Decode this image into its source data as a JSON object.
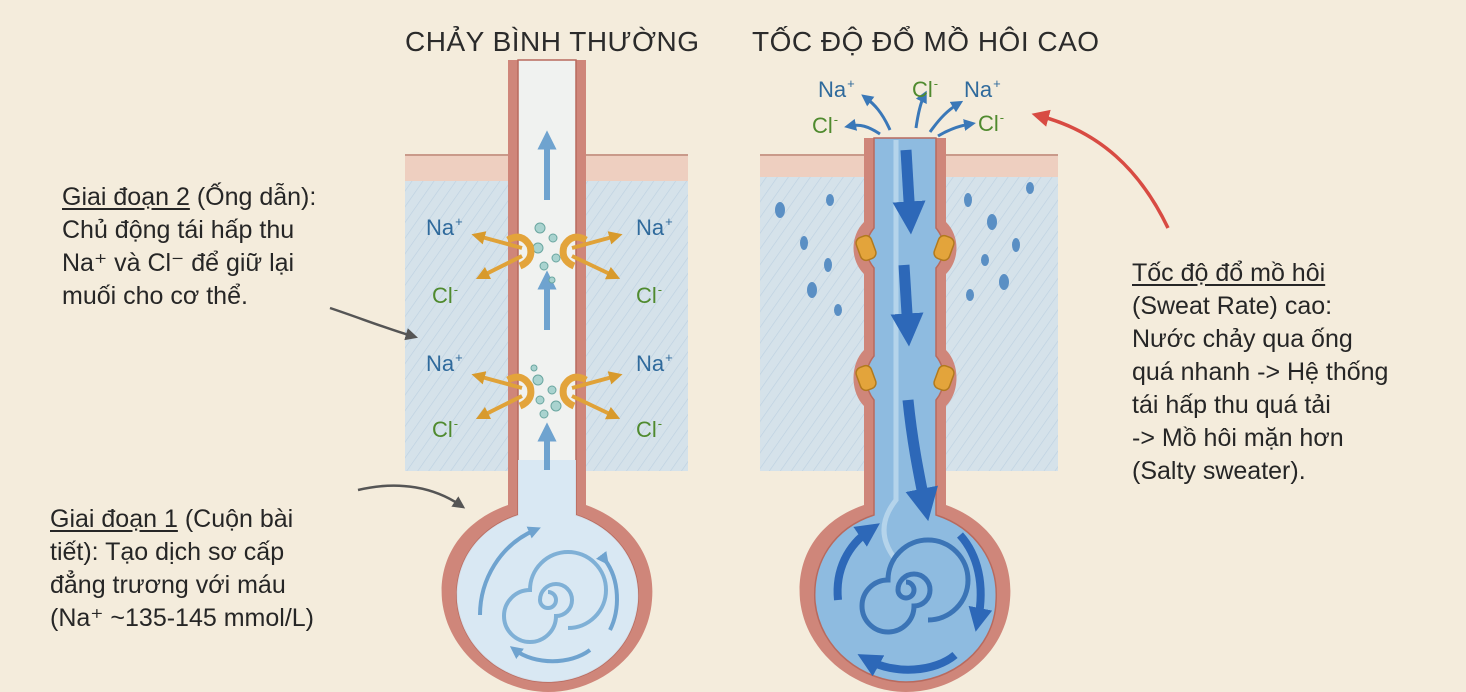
{
  "titles": {
    "normal": "CHẢY BÌNH THƯỜNG",
    "high": "TỐC ĐỘ ĐỔ MỒ HÔI CAO"
  },
  "stage2": {
    "heading": "Giai đoạn 2",
    "heading_rest": " (Ống dẫn):",
    "lines": [
      "Chủ động tái hấp thu",
      "Na⁺ và Cl⁻ để giữ lại",
      "muối cho cơ thể."
    ]
  },
  "stage1": {
    "heading": "Giai đoạn 1",
    "heading_rest": " (Cuộn bài",
    "lines": [
      "tiết): Tạo dịch sơ cấp",
      "đẳng trương với máu",
      "(Na⁺ ~135-145 mmol/L)"
    ]
  },
  "sweat_rate": {
    "heading": "Tốc độ đổ mồ hôi",
    "lines": [
      "(Sweat Rate) cao:",
      "Nước chảy qua ống",
      "quá nhanh -> Hệ thống",
      "tái hấp thu quá tải",
      "-> Mồ hôi mặn hơn",
      "(Salty sweater)."
    ]
  },
  "ions": {
    "na": "Na",
    "cl": "Cl",
    "plus": "+",
    "minus": "-"
  },
  "colors": {
    "background": "#f4ecdc",
    "duct_wall": "#c27064",
    "fluid": "#bcd7ea",
    "arrow_normal": "#6fa3cf",
    "arrow_high": "#2d68b8",
    "pump": "#e3a43b",
    "na_ion": "#2f6a9c",
    "cl_ion": "#4f8a2e",
    "red_arrow": "#d84b43"
  }
}
